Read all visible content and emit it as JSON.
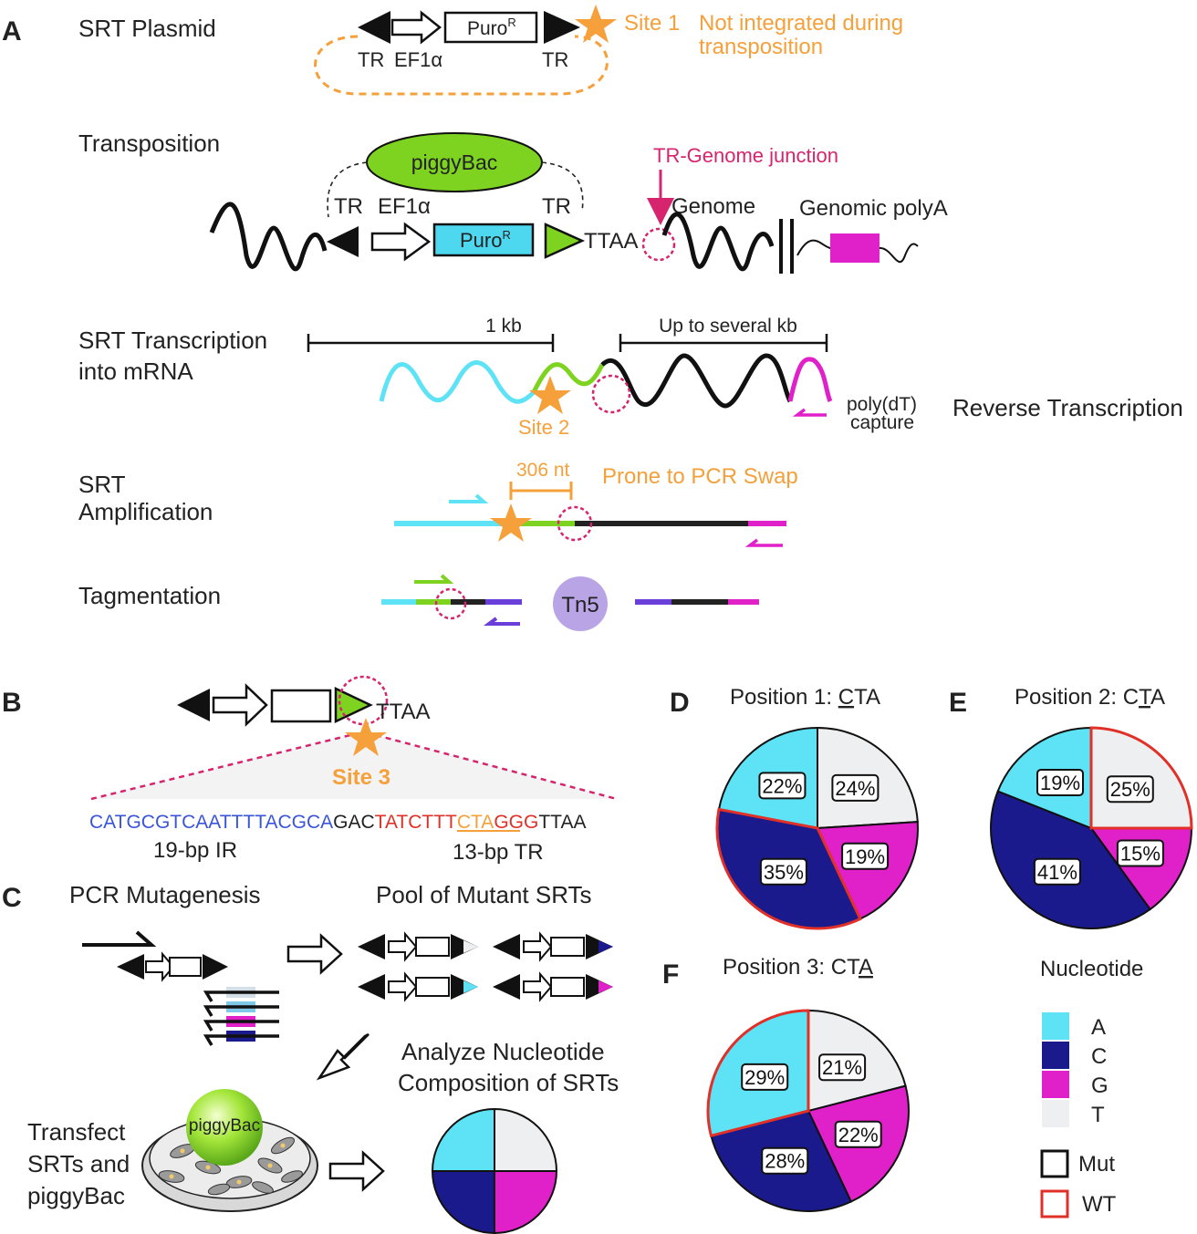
{
  "panels": {
    "A": "A",
    "B": "B",
    "C": "C",
    "D": "D",
    "E": "E",
    "F": "F"
  },
  "panelA": {
    "plasmid_label": "SRT Plasmid",
    "puro": "Puro",
    "puro_sup": "R",
    "tr": "TR",
    "ef1a": "EF1α",
    "site1": "Site 1",
    "not_integrated_1": "Not integrated during",
    "not_integrated_2": "transposition",
    "transposition_label": "Transposition",
    "piggybac": "piggyBac",
    "ttaa": "TTAA",
    "junction": "TR-Genome junction",
    "genome": "Genome",
    "genomic_polya": "Genomic polyA",
    "transcription_1": "SRT Transcription",
    "transcription_2": "into mRNA",
    "one_kb": "1 kb",
    "several_kb": "Up to several kb",
    "site2": "Site 2",
    "polydt_1": "poly(dT)",
    "polydt_2": "capture",
    "reverse_transcription": "Reverse Transcription",
    "amplification_1": "SRT",
    "amplification_2": "Amplification",
    "nt306": "306 nt",
    "pcr_swap": "Prone to PCR Swap",
    "tagmentation": "Tagmentation",
    "tn5": "Tn5"
  },
  "panelB": {
    "ttaa": "TTAA",
    "site3": "Site 3",
    "seq_ir": "CATGCGTCAATTTTACGCA",
    "seq_gac": "GAC",
    "seq_tr1": "TATCTTT",
    "seq_cta": "CTA",
    "seq_tr2": "GGG",
    "seq_ttaa": "TTAA",
    "ir_label": "19-bp IR",
    "tr_label": "13-bp TR"
  },
  "panelC": {
    "pcr_mutagenesis": "PCR Mutagenesis",
    "pool": "Pool of Mutant SRTs",
    "analyze_1": "Analyze Nucleotide",
    "analyze_2": "Composition of SRTs",
    "transfect_1": "Transfect",
    "transfect_2": "SRTs and",
    "transfect_3": "piggyBac",
    "piggybac": "piggyBac"
  },
  "colors": {
    "A": "#5de3f5",
    "C": "#1a1a8c",
    "G": "#e020c8",
    "T": "#eeeff0",
    "WT": "#e03028",
    "Mut": "#111111",
    "orange": "#f5a03a",
    "junction": "#d6246e",
    "green": "#7ed321",
    "cyan": "#4dd8f0",
    "purple": "#6a3fd9",
    "tn5": "#b9a4e6"
  },
  "chart_data": [
    {
      "type": "pie",
      "panel": "D",
      "title_prefix": "Position 1: ",
      "title_underlined": "C",
      "title_suffix": "TA",
      "labels": [
        "A",
        "T",
        "G",
        "C"
      ],
      "values": [
        22,
        24,
        19,
        35
      ],
      "value_labels": [
        "22%",
        "24%",
        "19%",
        "35%"
      ],
      "wildtype": "C"
    },
    {
      "type": "pie",
      "panel": "E",
      "title_prefix": "Position 2: C",
      "title_underlined": "T",
      "title_suffix": "A",
      "labels": [
        "A",
        "T",
        "G",
        "C"
      ],
      "values": [
        19,
        25,
        15,
        41
      ],
      "value_labels": [
        "19%",
        "25%",
        "15%",
        "41%"
      ],
      "wildtype": "T"
    },
    {
      "type": "pie",
      "panel": "F",
      "title_prefix": "Position 3: CT",
      "title_underlined": "A",
      "title_suffix": "",
      "labels": [
        "A",
        "T",
        "G",
        "C"
      ],
      "values": [
        29,
        21,
        22,
        28
      ],
      "value_labels": [
        "29%",
        "21%",
        "22%",
        "28%"
      ],
      "wildtype": "A"
    },
    {
      "type": "pie",
      "panel": "C",
      "labels": [
        "A",
        "T",
        "G",
        "C"
      ],
      "values": [
        25,
        25,
        25,
        25
      ]
    }
  ],
  "legend": {
    "title": "Nucleotide",
    "items": [
      {
        "label": "A",
        "color": "#5de3f5"
      },
      {
        "label": "C",
        "color": "#1a1a8c"
      },
      {
        "label": "G",
        "color": "#e020c8"
      },
      {
        "label": "T",
        "color": "#eeeff0"
      }
    ],
    "mut": "Mut",
    "wt": "WT"
  }
}
